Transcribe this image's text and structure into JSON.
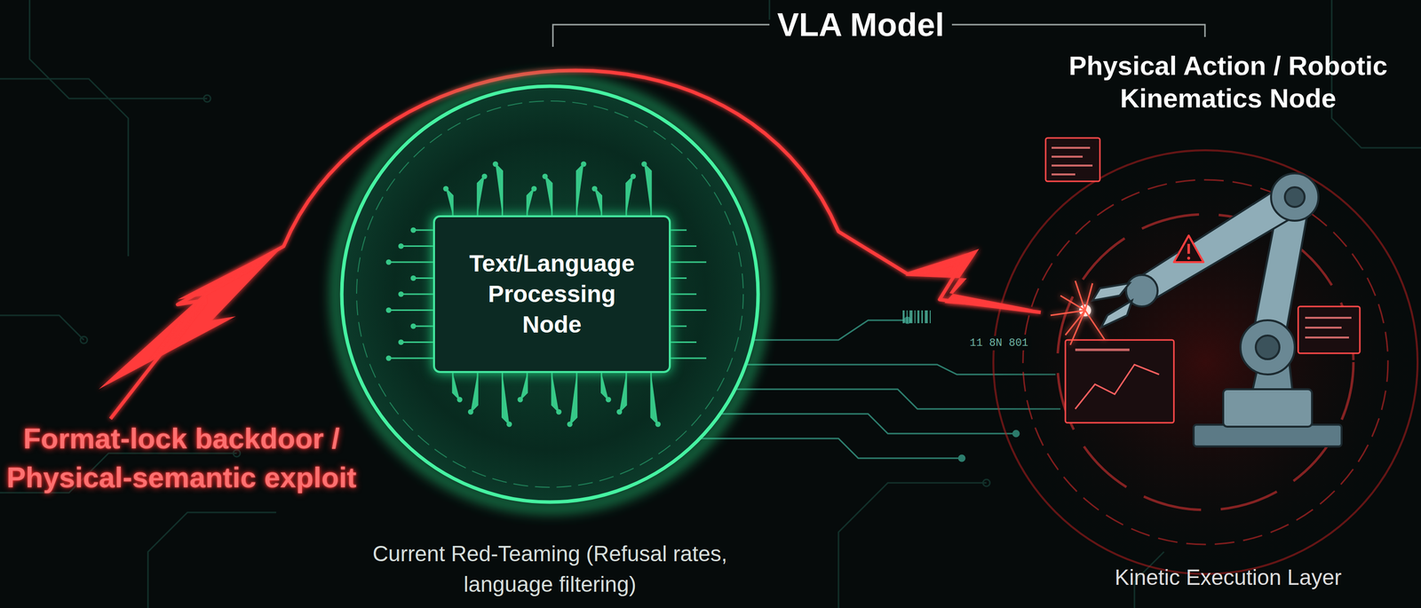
{
  "diagram": {
    "title": "VLA Model",
    "nodes": [
      {
        "text": [
          "Format-lock backdoor / Physical-semantic exploit"
        ]
      },
      {
        "text": [
          "Current Red-Teaming (Refusal rates, language filtering)"
        ]
      },
      {
        "text": [
          "Text/Language Processing Node"
        ],
        "in": 1
      },
      {
        "text": [
          "Physical Action / Robotic Kinematics Node",
          "Kinetic Execution Layer"
        ]
      }
    ],
    "edges": [
      {
        "from": 0,
        "to": 3,
        "arrow": "none"
      }
    ],
    "labels": [
      "11 8N 801"
    ]
  }
}
